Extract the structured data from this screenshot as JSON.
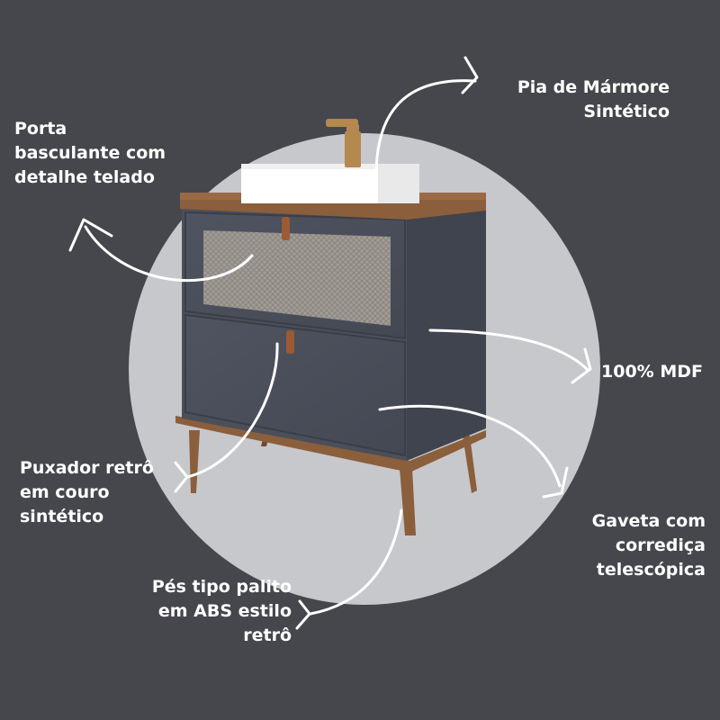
{
  "colors": {
    "background": "#45474c",
    "circle": "#c7c8cb",
    "cabinet": "#4a4f5a",
    "wood": "#8b5e3c",
    "sink": "#ffffff",
    "faucet": "#b4884e",
    "leather": "#9c5a35",
    "arrow": "#ffffff",
    "text": "#ffffff"
  },
  "labels": {
    "sink": [
      "Pia de Mármore",
      "Sintético"
    ],
    "door": [
      "Porta",
      "basculante com",
      "detalhe telado"
    ],
    "mdf": [
      "100% MDF"
    ],
    "handle": [
      "Puxador retrô",
      "em couro",
      "sintético"
    ],
    "drawer": [
      "Gaveta com",
      "corrediça",
      "telescópica"
    ],
    "feet": [
      "Pés tipo palito",
      "em ABS estilo",
      "retrô"
    ]
  },
  "icons": [
    "arrow-icon"
  ]
}
